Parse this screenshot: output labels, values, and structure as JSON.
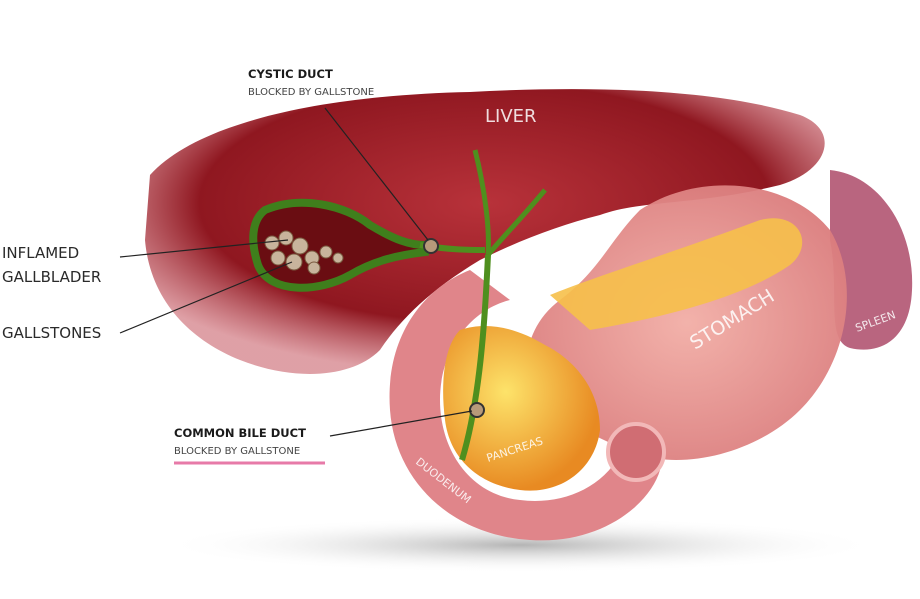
{
  "labels": {
    "cystic_duct": {
      "title": "CYSTIC DUCT",
      "subtitle": "BLOCKED BY GALLSTONE"
    },
    "inflamed_gallbladder": [
      "INFLAMED",
      "GALLBLADER"
    ],
    "gallstones": "GALLSTONES",
    "common_bile_duct": {
      "title": "COMMON BILE DUCT",
      "subtitle": "BLOCKED BY GALLSTONE"
    },
    "organs": {
      "liver": "LIVER",
      "stomach": "STOMACH",
      "spleen": "SPLEEN",
      "pancreas": "PANCREAS",
      "duodenum": "DUODENUM"
    }
  },
  "colors": {
    "liver": "#9c1a22",
    "stomach": "#e89a95",
    "pancreas": "#f5b83a",
    "duct": "#4f8f1e",
    "accent_underline": "#e77aa8"
  }
}
